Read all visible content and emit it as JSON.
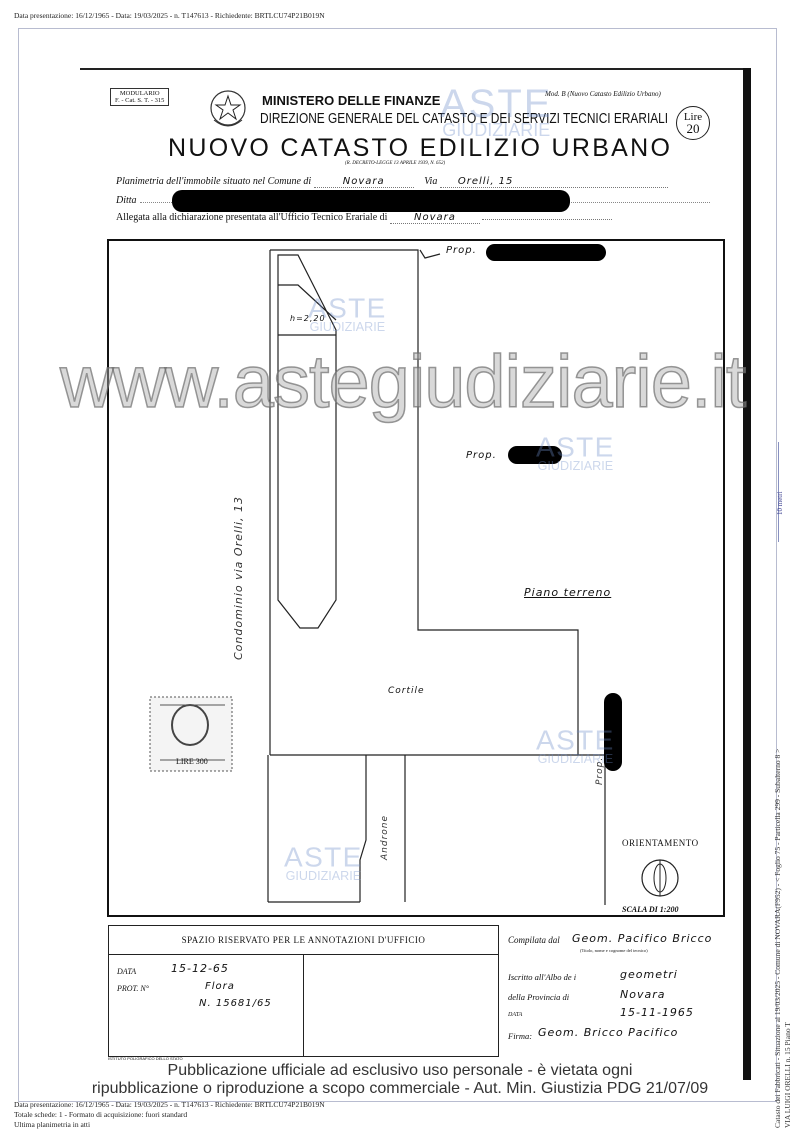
{
  "meta": {
    "top_line": "Data presentazione: 16/12/1965 - Data: 19/03/2025 - n. T147613 - Richiedente: BRTLCU74P21B019N",
    "bottom_line1": "Data presentazione: 16/12/1965 - Data: 19/03/2025 - n. T147613 - Richiedente: BRTLCU74P21B019N",
    "bottom_line2": "Totale schede: 1 - Formato di acquisizione: fuori standard",
    "bottom_line3": "Ultima planimetria in atti",
    "side_line1": "Catasto dei Fabbricati - Situazione al 19/03/2025 - Comune di NOVARA(F952) - < Foglio 75 - Particella 299 - Subalterno 8 >",
    "side_line2": "VIA LUIGI ORELLI n. 15 Piano T",
    "scale_label": "10 metri"
  },
  "header": {
    "modulario_1": "MODULARIO",
    "modulario_2": "F. - Cat. S. T. - 315",
    "mod_b": "Mod. B (Nuovo Catasto Edilizio Urbano)",
    "ministry": "MINISTERO DELLE FINANZE",
    "direction": "DIREZIONE GENERALE DEL CATASTO E DEI SERVIZI TECNICI ERARIALI",
    "title": "NUOVO CATASTO EDILIZIO URBANO",
    "decree": "(R. DECRETO-LEGGE 13 APRILE 1939, N. 652)",
    "stamp_lire": "Lire",
    "stamp_value": "20"
  },
  "form": {
    "planimetria_label": "Planimetria dell'immobile situato nel Comune di",
    "comune": "Novara",
    "via_label": "Via",
    "via": "Orelli, 15",
    "ditta_label": "Ditta",
    "allegata_label": "Allegata alla dichiarazione presentata all'Ufficio Tecnico Erariale di",
    "ufficio": "Novara"
  },
  "plan": {
    "prop_top": "Prop.",
    "prop_right": "Prop.",
    "prop_bottom": "Prop.",
    "height_note": "h=2,20",
    "condominio": "Condominio via Orelli, 13",
    "piano": "Piano terreno",
    "cortile": "Cortile",
    "androne": "Androne",
    "revenue_stamp": "LIRE 300",
    "orientamento": "ORIENTAMENTO",
    "scala": "SCALA DI 1:200"
  },
  "annotations": {
    "title": "SPAZIO RISERVATO PER LE ANNOTAZIONI D'UFFICIO",
    "data_label": "DATA",
    "data_value": "15-12-65",
    "prot_label": "PROT. N°",
    "prot_value_1": "Flora",
    "prot_value_2": "N. 15681/65",
    "printer": "ISTITUTO POLIGRAFICO DELLO STATO"
  },
  "compiler": {
    "compilata_label": "Compilata dal",
    "compilata_value": "Geom. Pacifico Bricco",
    "compilata_hint": "(Titolo, nome e cognome del tecnico)",
    "iscritto_label": "Iscritto all'Albo de i",
    "iscritto_value": "geometri",
    "provincia_label": "della Provincia di",
    "provincia_value": "Novara",
    "data_label": "DATA",
    "data_value": "15-11-1965",
    "firma_label": "Firma:",
    "firma_value": "Geom. Bricco Pacifico"
  },
  "watermark": {
    "aste": "ASTE",
    "giudiziarie": "GIUDIZIARIE",
    "site": "www.astegiudiziarie.it",
    "notice_1": "Pubblicazione ufficiale ad esclusivo uso personale - è vietata ogni",
    "notice_2": "ripubblicazione o riproduzione a scopo commerciale - Aut. Min. Giustizia PDG 21/07/09"
  }
}
